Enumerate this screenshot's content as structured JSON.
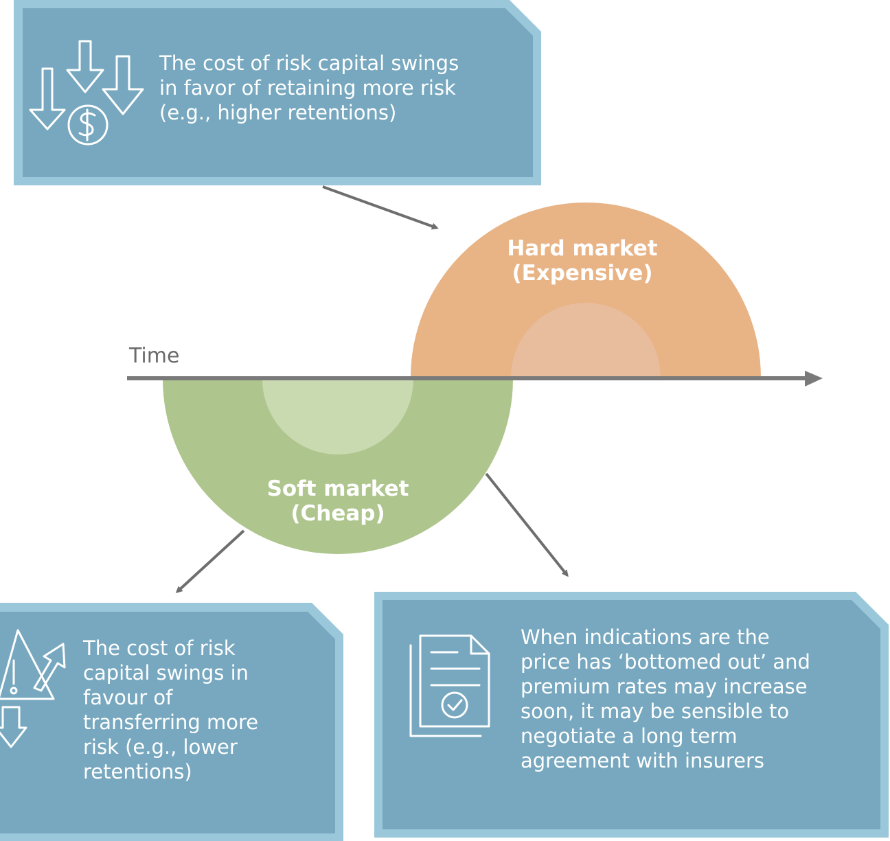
{
  "timeline": {
    "axis_label": "Time"
  },
  "markets": {
    "hard": {
      "line1": "Hard market",
      "line2": "(Expensive)",
      "color": "#e8b385",
      "inner_color": "#e8bd9e"
    },
    "soft": {
      "line1": "Soft market",
      "line2": "(Cheap)",
      "color": "#aec58d",
      "inner_color": "#c9dab0"
    }
  },
  "cards": {
    "top": {
      "icon": "falling-arrows-dollar-icon",
      "lines": [
        "The cost of risk capital swings",
        "in favor of retaining more risk",
        "(e.g., higher retentions)"
      ]
    },
    "bottom_left": {
      "icon": "warning-arrows-icon",
      "lines": [
        "The cost of risk",
        "capital swings in",
        "favour of",
        "transferring more",
        "risk (e.g., lower",
        "retentions)"
      ]
    },
    "bottom_right": {
      "icon": "document-check-icon",
      "lines": [
        "When indications are the",
        "price has ‘bottomed out’ and",
        "premium rates may increase",
        "soon, it may be sensible to",
        "negotiate a long term",
        "agreement with insurers"
      ]
    }
  },
  "colors": {
    "card_fill": "#77a8bf",
    "card_border": "#9ac8da",
    "axis": "#7a7a7a",
    "connector": "#6e6e6e"
  }
}
